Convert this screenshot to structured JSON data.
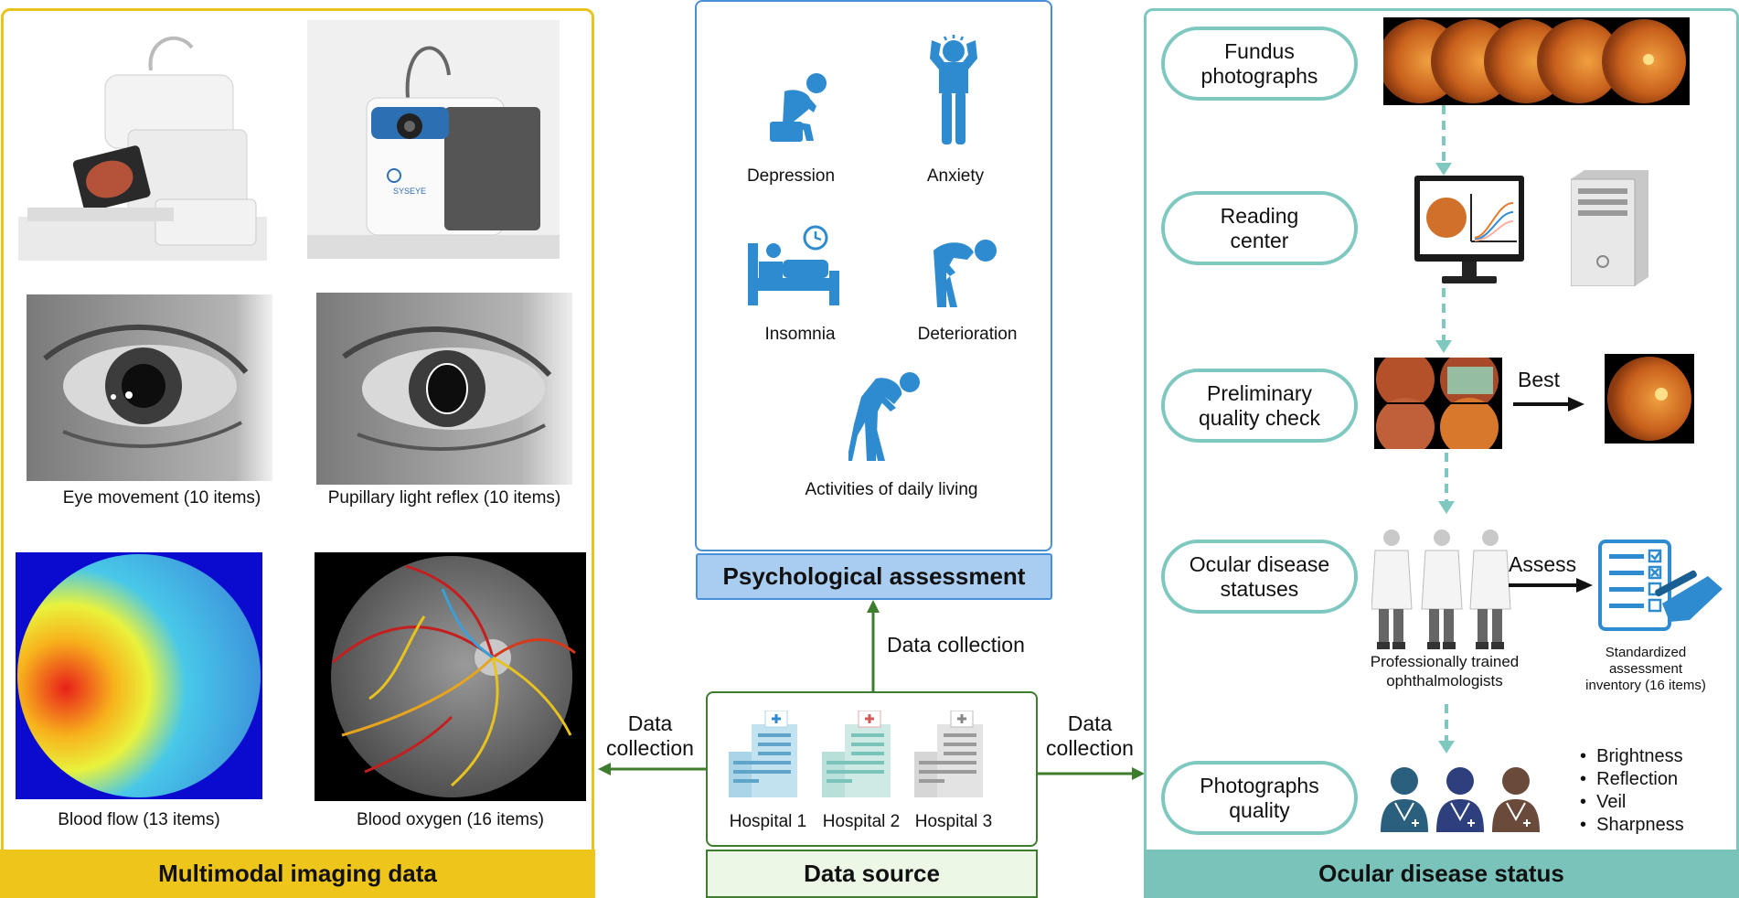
{
  "colors": {
    "imaging_border": "#e8c21d",
    "imaging_title_bg": "#eec51a",
    "psych_border": "#4a90d9",
    "psych_title_bg": "#a9cdf0",
    "source_border": "#3e7d2e",
    "source_title_bg": "#ecf7e6",
    "ocular_border": "#7ec8c0",
    "ocular_title_bg": "#79c3bb",
    "icon_blue": "#2e8bd0",
    "arrow_green": "#3e7d2e",
    "dashed_teal": "#7ec8c0"
  },
  "imaging": {
    "title": "Multimodal imaging data",
    "captions": {
      "eye_movement": "Eye movement (10 items)",
      "pupillary": "Pupillary light reflex (10 items)",
      "blood_flow": "Blood flow (13 items)",
      "blood_oxygen": "Blood oxygen (16 items)"
    },
    "device_brand": "SYSEYE"
  },
  "psych": {
    "title": "Psychological assessment",
    "items": {
      "depression": "Depression",
      "anxiety": "Anxiety",
      "insomnia": "Insomnia",
      "deterioration": "Deterioration",
      "adl": "Activities of daily living"
    }
  },
  "source": {
    "title": "Data source",
    "hospitals": [
      "Hospital 1",
      "Hospital 2",
      "Hospital 3"
    ],
    "arrow_up_label": "Data collection",
    "arrow_left_label": "Data\ncollection",
    "arrow_right_label": "Data\ncollection"
  },
  "ocular": {
    "title": "Ocular disease status",
    "steps": {
      "fundus": "Fundus\nphotographs",
      "reading": "Reading\ncenter",
      "prelim": "Preliminary\nquality check",
      "statuses": "Ocular disease\nstatuses",
      "quality": "Photographs\nquality"
    },
    "best_label": "Best",
    "assess_label": "Assess",
    "ophthalmologists": "Professionally trained\nophthalmologists",
    "inventory": "Standardized\nassessment\ninventory (16 items)",
    "quality_items": [
      "Brightness",
      "Reflection",
      "Veil",
      "Sharpness"
    ]
  }
}
